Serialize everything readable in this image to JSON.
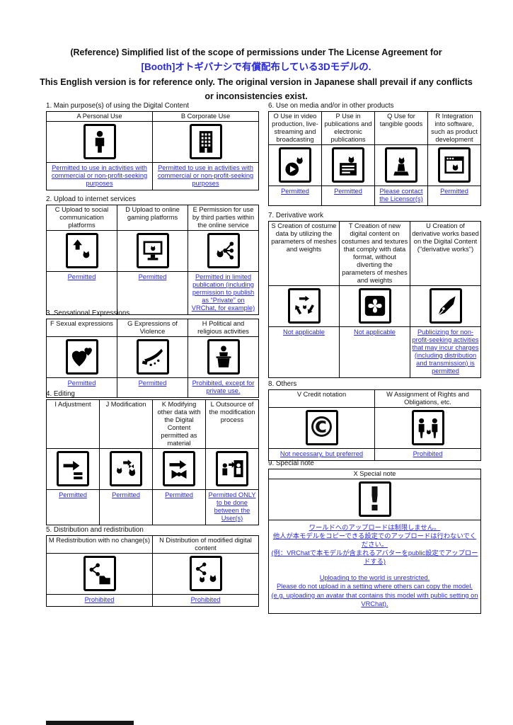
{
  "accent": "#2a2ad6",
  "header": {
    "line1": "(Reference) Simplified list of the scope of permissions under The License Agreement for",
    "line2": "[Booth]オトギバナシで有償配布している3Dモデルの.",
    "line3": "This English version is for reference only. The original version in Japanese shall prevail if any conflicts or inconsistencies exist."
  },
  "sections": {
    "s1": {
      "title": "1. Main purpose(s) of using the Digital Content",
      "cells": [
        {
          "id": "A",
          "header": "A Personal Use",
          "icon": "person-icon",
          "status": "Permitted to use in activities with commercial or non-profit-seeking purposes"
        },
        {
          "id": "B",
          "header": "B  Corporate Use",
          "icon": "building-icon",
          "status": "Permitted to use in activities with commercial or non-profit-seeking purposes"
        }
      ]
    },
    "s2": {
      "title": "2. Upload to internet services",
      "cells": [
        {
          "id": "C",
          "header": "C Upload to social communication platforms",
          "icon": "upload-cat-icon",
          "status": "Permitted"
        },
        {
          "id": "D",
          "header": "D Upload to online gaming platforms",
          "icon": "monitor-cat-icon",
          "status": "Permitted"
        },
        {
          "id": "E",
          "header": "E Permission for use by third parties within the online service",
          "icon": "network-cat-icon",
          "status": "Permitted in limited publication (including permission to publish as “Private” on VRChat, for example)"
        }
      ]
    },
    "s3": {
      "title": "3. Sensational Expressions",
      "cells": [
        {
          "id": "F",
          "header": "F Sexual expressions",
          "icon": "hearts-icon",
          "status": "Permitted"
        },
        {
          "id": "G",
          "header": "G Expressions of Violence",
          "icon": "knife-icon",
          "status": "Permitted"
        },
        {
          "id": "H",
          "header": "H Political and religious activities",
          "icon": "podium-speaker-icon",
          "status": "Prohibited, except for private use."
        }
      ]
    },
    "s4": {
      "title": "4. Editing",
      "cells": [
        {
          "id": "I",
          "header": "I Adjustment",
          "icon": "adjust-arrow-icon",
          "status": "Permitted"
        },
        {
          "id": "J",
          "header": "J Modification",
          "icon": "modification-cat-icon",
          "status": "Permitted"
        },
        {
          "id": "K",
          "header": "K Modifying other data with the Digital Content permitted as material",
          "icon": "ribbon-arrow-icon",
          "status": "Permitted"
        },
        {
          "id": "L",
          "header": "L Outsource of the modification process",
          "icon": "outsource-icon",
          "status": "Permitted ONLY to be done between the User(s)"
        }
      ]
    },
    "s5": {
      "title": "5. Distribution and redistribution",
      "cells": [
        {
          "id": "M",
          "header": "M Redistribution with no change(s)",
          "icon": "share-folder-icon",
          "status": "Prohibited"
        },
        {
          "id": "N",
          "header": "N Distribution of modified digital content",
          "icon": "share-cats-icon",
          "status": "Prohibited"
        }
      ]
    },
    "s6": {
      "title": "6. Use on media and/or in other products",
      "cells": [
        {
          "id": "O",
          "header": "O Use in video production, live-streaming and broadcasting",
          "icon": "video-play-cat-icon",
          "status": "Permitted"
        },
        {
          "id": "P",
          "header": "P Use in publications and electronic publications",
          "icon": "publication-cat-icon",
          "status": "Permitted"
        },
        {
          "id": "Q",
          "header": "Q Use for tangible goods",
          "icon": "figurine-cat-icon",
          "status": "Please contact the Licensor(s)"
        },
        {
          "id": "R",
          "header": "R Integration into software, such as product development",
          "icon": "software-window-cat-icon",
          "status": "Permitted"
        }
      ]
    },
    "s7": {
      "title": "7. Derivative work",
      "cells": [
        {
          "id": "S",
          "header": "S Creation of costume data by utilizing the parameters of meshes and weights",
          "icon": "costume-recycle-icon",
          "status": "Not applicable"
        },
        {
          "id": "T",
          "header": "T Creation of new digital content on costumes and textures that comply with data format, without diverting the parameters of meshes and weights",
          "icon": "texture-pinwheel-icon",
          "status": "Not applicable"
        },
        {
          "id": "U",
          "header": "U Creation of derivative works based on the Digital Content (\"derivative works\")",
          "icon": "pen-icon",
          "status": "Publicizing for non-profit-seeking activities that may incur charges (including distribution and transmission) is permitted"
        }
      ]
    },
    "s8": {
      "title": "8. Others",
      "cells": [
        {
          "id": "V",
          "header": "V Credit notation",
          "icon": "copyright-icon",
          "status": "Not necessary, but preferred"
        },
        {
          "id": "W",
          "header": "W Assignment of Rights and Obligations, etc.",
          "icon": "rights-transfer-icon",
          "status": "Prohibited"
        }
      ]
    },
    "s9": {
      "title": "9. Special note",
      "cells": [
        {
          "id": "X",
          "header": "X Special note",
          "icon": "exclamation-icon",
          "status_jp": "ワールドへのアップロードは制限しません。\n他人が本モデルをコピーできる設定でのアップロードは行わないでください。\n(例：VRChatで本モデルが含まれるアバターをpublic設定でアップロードする)",
          "status_en": "Uploading to the world is unrestricted.\nPlease do not upload in a setting where others can copy the model.\n(e.g. uploading an avatar that contains this model with public setting on VRChat)."
        }
      ]
    }
  }
}
